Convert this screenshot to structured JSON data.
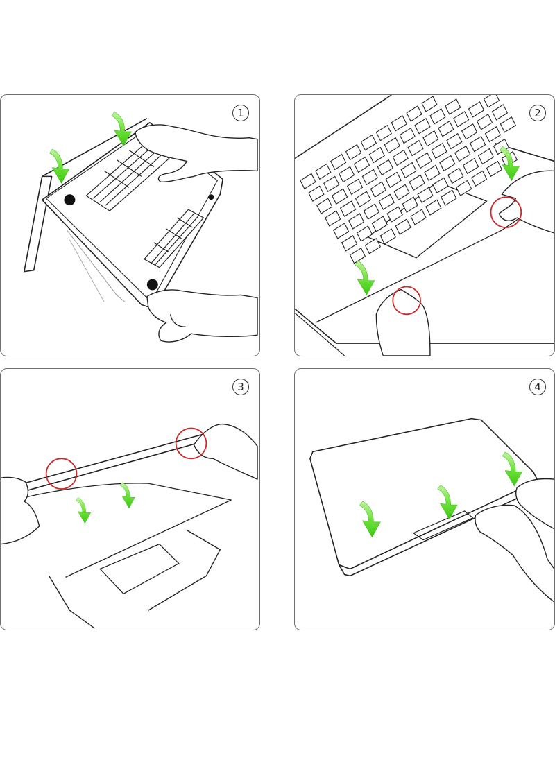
{
  "steps": [
    {
      "number": "1"
    },
    {
      "number": "2"
    },
    {
      "number": "3"
    },
    {
      "number": "4"
    }
  ],
  "colors": {
    "arrow": "#5fe02a",
    "callout_circle": "#cc2a2a",
    "line": "#222222",
    "panel_border": "#6e6e6e"
  }
}
